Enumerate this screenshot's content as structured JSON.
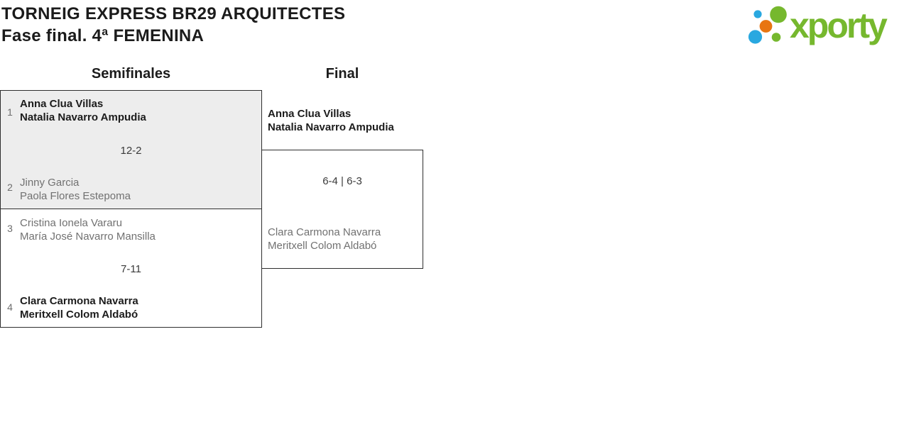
{
  "header": {
    "title_line1": "TORNEIG EXPRESS BR29 ARQUITECTES",
    "title_line2": "Fase final. 4ª FEMENINA"
  },
  "logo": {
    "text": "xporty",
    "colors": {
      "green": "#76b82e",
      "blue": "#29a8e0",
      "orange": "#e87511"
    }
  },
  "rounds": {
    "semifinals_label": "Semifinales",
    "final_label": "Final"
  },
  "matches": {
    "sf1": {
      "seed_top": "1",
      "top_line1": "Anna Clua Villas",
      "top_line2": "Natalia Navarro Ampudia",
      "top_winner": true,
      "score": "12-2",
      "seed_bottom": "2",
      "bottom_line1": "Jinny Garcia",
      "bottom_line2": "Paola Flores Estepoma",
      "bottom_winner": false
    },
    "sf2": {
      "seed_top": "3",
      "top_line1": "Cristina Ionela Vararu",
      "top_line2": "María José Navarro Mansilla",
      "top_winner": false,
      "score": "7-11",
      "seed_bottom": "4",
      "bottom_line1": "Clara Carmona Navarra",
      "bottom_line2": "Meritxell Colom Aldabó",
      "bottom_winner": true
    },
    "final": {
      "top_line1": "Anna Clua Villas",
      "top_line2": "Natalia Navarro Ampudia",
      "top_winner": true,
      "score": "6-4 | 6-3",
      "bottom_line1": "Clara Carmona Navarra",
      "bottom_line2": "Meritxell Colom Aldabó",
      "bottom_winner": false
    }
  }
}
